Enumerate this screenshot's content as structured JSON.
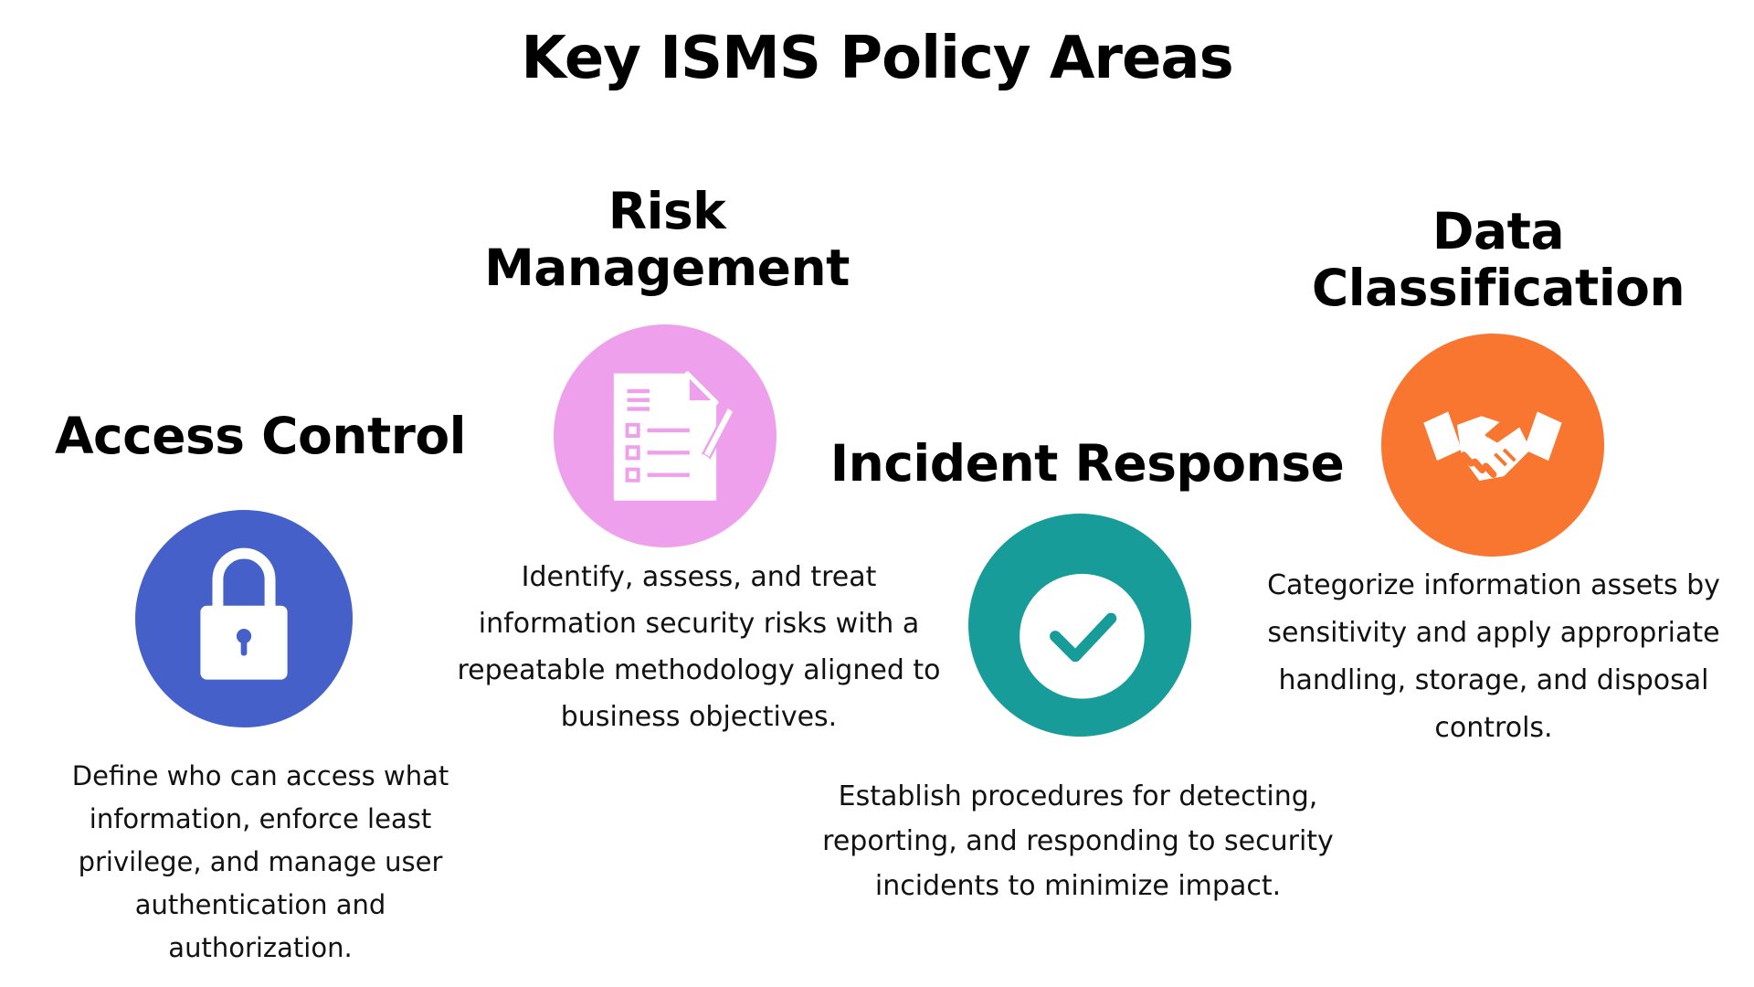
{
  "title": "Key ISMS Policy Areas",
  "colors": {
    "access": "#4561c9",
    "risk": "#eea0ec",
    "incident": "#179c9a",
    "data": "#f8762f"
  },
  "areas": [
    {
      "heading": "Access Control",
      "icon": "padlock-icon",
      "description": "Define who can access what information, enforce least privilege, and manage user authentication and authorization."
    },
    {
      "heading": "Risk Management",
      "icon": "checklist-document-icon",
      "description": "Identify, assess, and treat information security risks with a repeatable methodology aligned to business objectives."
    },
    {
      "heading": "Incident Response",
      "icon": "checkmark-icon",
      "description": "Establish procedures for detecting, reporting, and responding to security incidents to minimize impact."
    },
    {
      "heading": "Data Classification",
      "icon": "handshake-icon",
      "description": "Categorize information assets by sensitivity and apply appropriate handling, storage, and disposal controls."
    }
  ]
}
